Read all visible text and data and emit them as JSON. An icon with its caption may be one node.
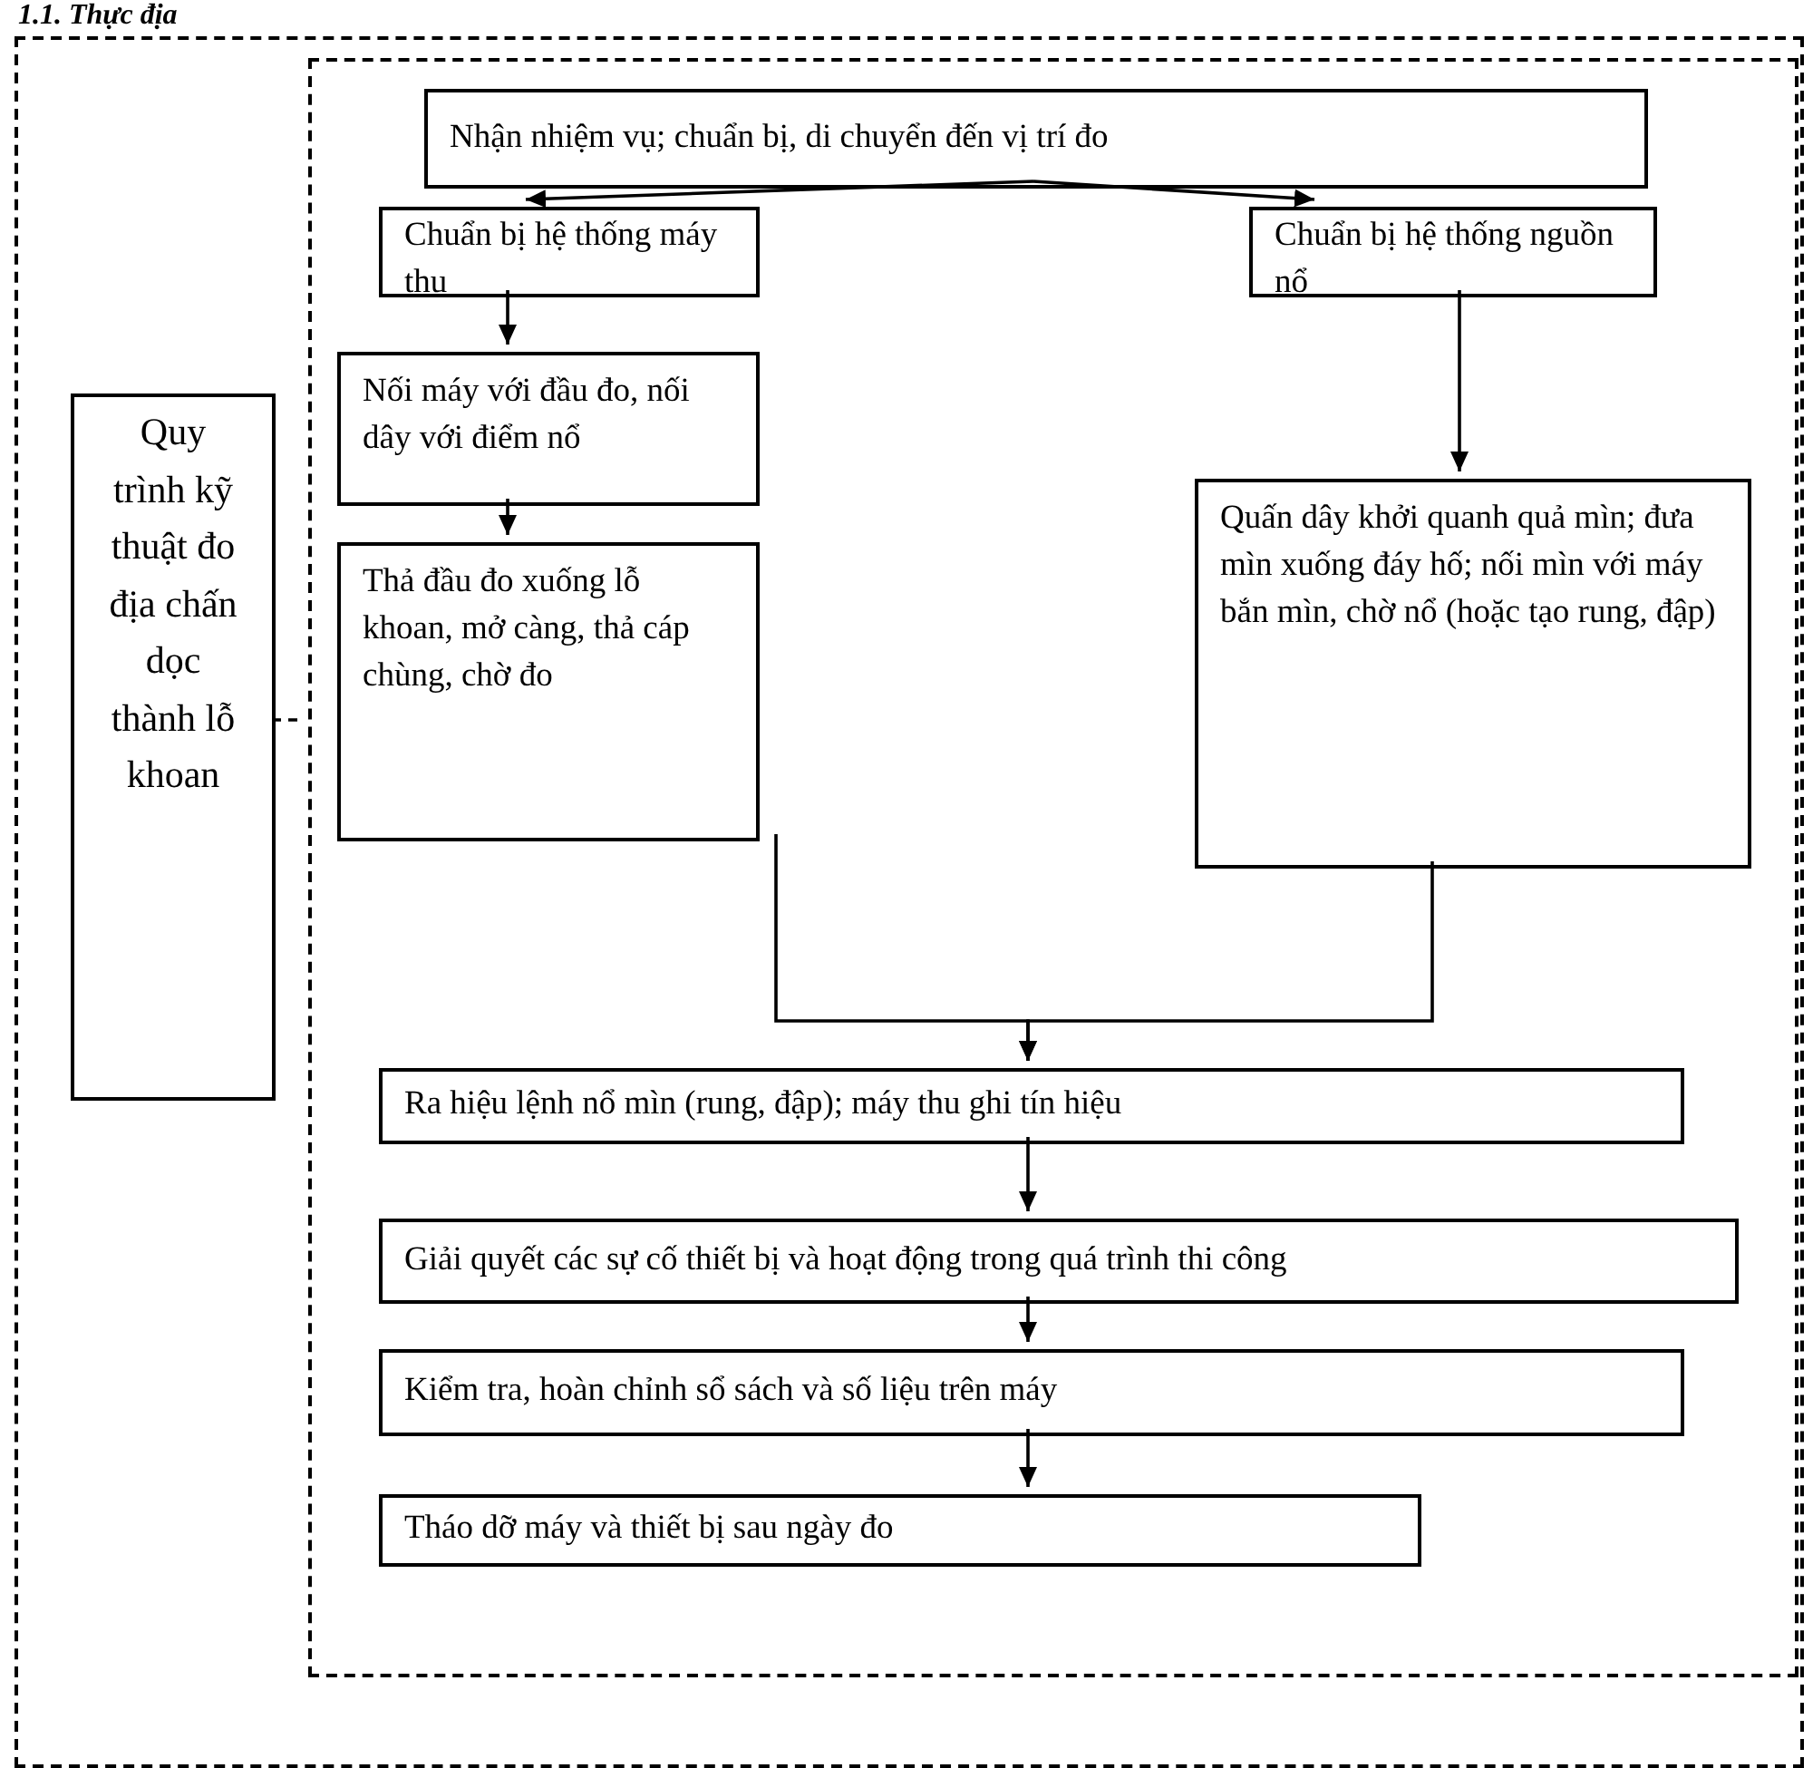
{
  "diagram": {
    "title": "1.1. Thực địa",
    "nodes": [
      {
        "text": [],
        "shape": "box"
      },
      {
        "text": [
          "Quy trình kỹ thuật đo địa chấn dọc thành lỗ khoan"
        ],
        "in": 0
      },
      {
        "text": [],
        "shape": "box",
        "in": 0
      },
      {
        "text": [
          "Nhận nhiệm vụ; chuẩn bị, di chuyển đến vị trí đo"
        ],
        "in": 2
      },
      {
        "text": [
          "Chuẩn bị hệ thống máy thu"
        ],
        "in": 2
      },
      {
        "text": [
          "Chuẩn bị hệ thống nguồn nổ"
        ],
        "in": 2
      },
      {
        "text": [
          "Nối máy với đầu đo, nối dây với điểm nổ"
        ],
        "in": 2
      },
      {
        "text": [
          "Quấn dây khởi quanh quả mìn; đưa mìn xuống đáy hố; nối mìn với máy bắn mìn, chờ nổ (hoặc tạo rung, đập)"
        ],
        "in": 2
      },
      {
        "text": [
          "Thả đầu đo xuống lỗ khoan, mở càng, thả cáp chùng, chờ đo"
        ],
        "in": 2
      },
      {
        "text": [
          "Ra hiệu lệnh nổ mìn (rung, đập); máy thu ghi tín hiệu"
        ],
        "in": 2
      },
      {
        "text": [
          "Giải quyết các sự cố thiết bị và hoạt động trong quá trình thi công"
        ],
        "in": 2
      },
      {
        "text": [
          "Kiểm tra, hoàn chỉnh sổ sách và số liệu trên máy"
        ],
        "in": 2
      },
      {
        "text": [
          "Tháo dỡ máy và thiết bị sau ngày đo"
        ],
        "in": 2
      }
    ],
    "edges": [
      {
        "from": 1,
        "to": 2,
        "arrow": "none",
        "style": "dashed"
      },
      {
        "from": 3,
        "to": 4,
        "arrow": "to"
      },
      {
        "from": 3,
        "to": 5,
        "arrow": "to"
      },
      {
        "from": 4,
        "to": 6,
        "arrow": "to"
      },
      {
        "from": 6,
        "to": 8,
        "arrow": "to"
      },
      {
        "from": 5,
        "to": 7,
        "arrow": "to"
      },
      {
        "from": 8,
        "to": 9,
        "arrow": "to"
      },
      {
        "from": 7,
        "to": 9,
        "arrow": "to"
      },
      {
        "from": 9,
        "to": 10,
        "arrow": "to"
      },
      {
        "from": 10,
        "to": 11,
        "arrow": "to"
      },
      {
        "from": 11,
        "to": 12,
        "arrow": "to"
      }
    ]
  }
}
